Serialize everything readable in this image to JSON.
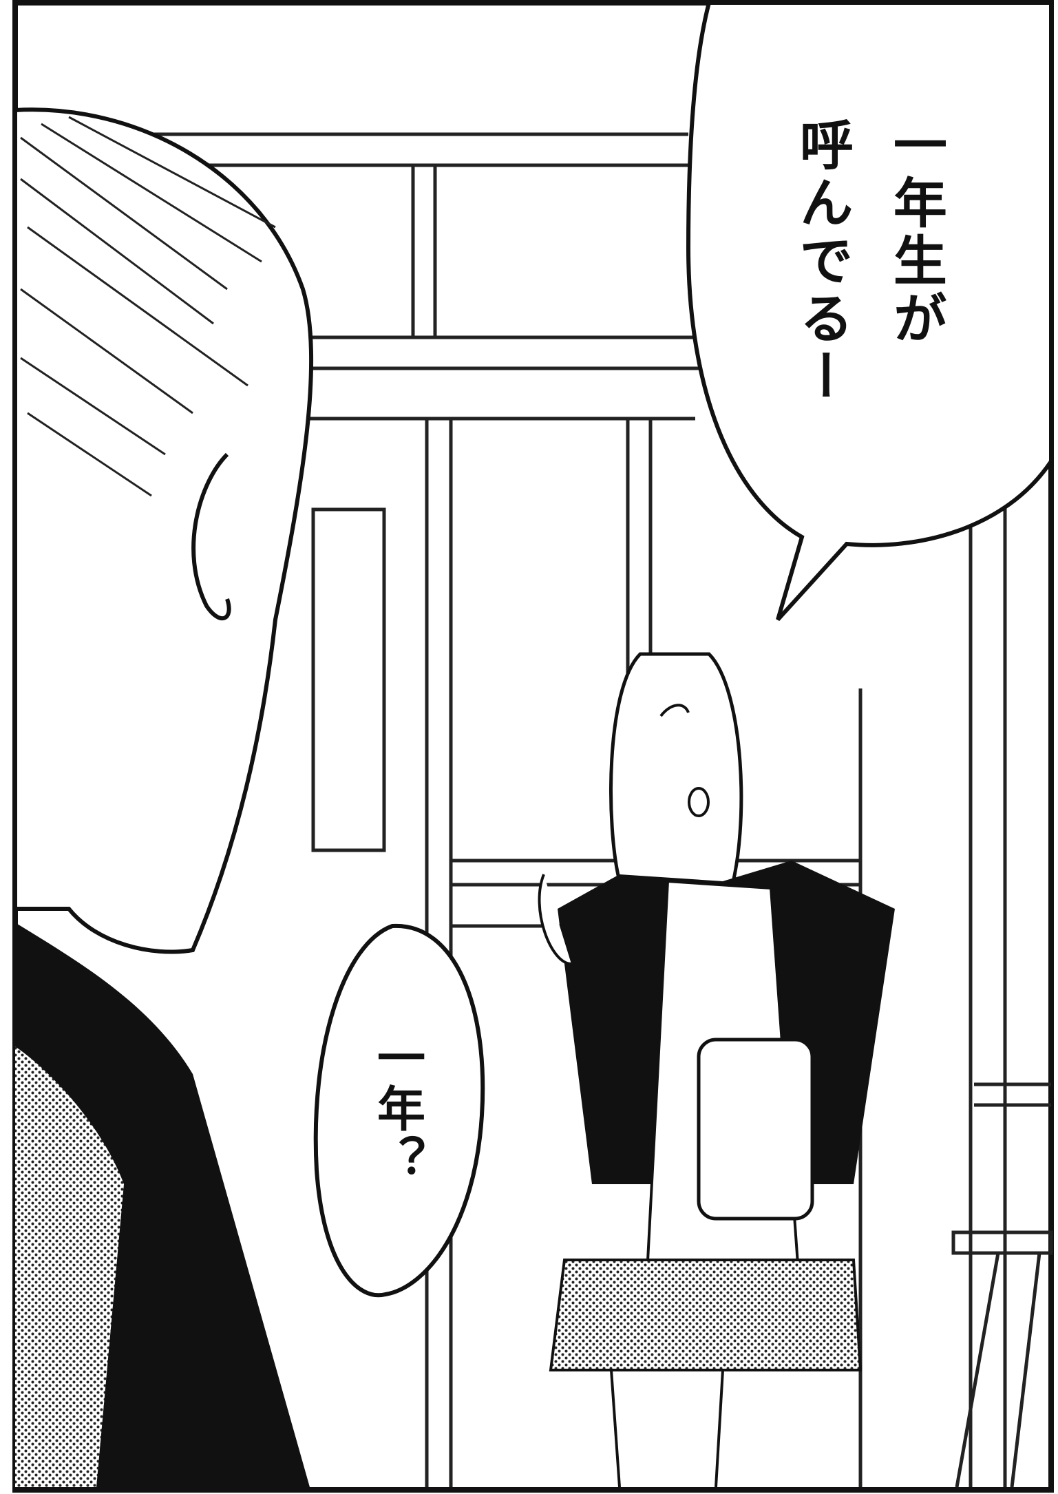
{
  "speech_bubbles": [
    {
      "lines": [
        "一年生が",
        "呼んでるー"
      ]
    },
    {
      "lines": [
        "一年？"
      ]
    }
  ],
  "palette": {
    "ink": "#111111",
    "paper": "#ffffff",
    "screentone": "#555555"
  },
  "icons": [
    "speech-bubble-icon"
  ]
}
